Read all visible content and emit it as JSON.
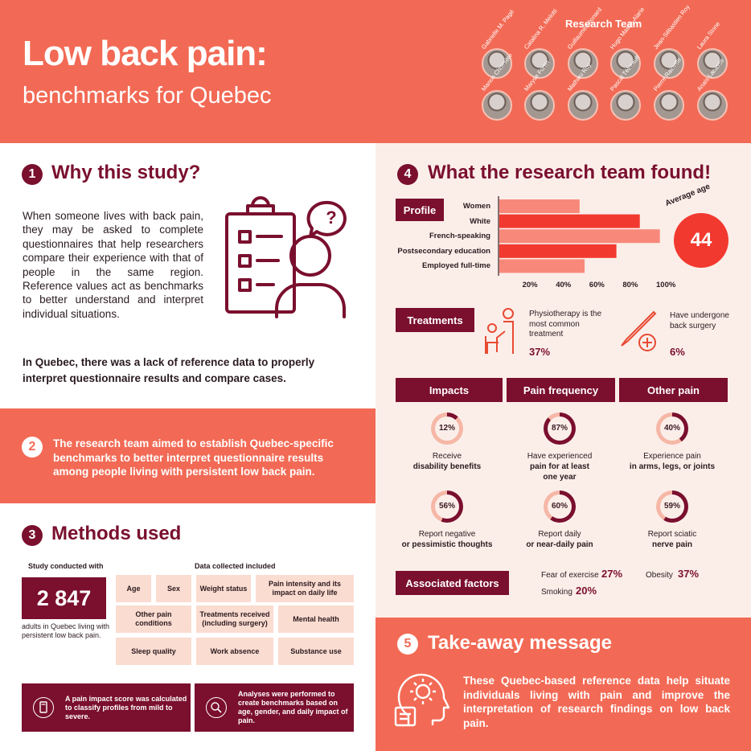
{
  "header": {
    "title": "Low back pain:",
    "subtitle": "benchmarks for Quebec",
    "team_title": "Research Team",
    "team_top": [
      "Gabrielle M. Pagé",
      "Catalina R. Melotti",
      "Guillaume Léonard",
      "Hugo Massé-Alarie",
      "Jean-Sébastien Roy",
      "Laura Stone"
    ],
    "team_bottom": [
      "Manon Choinière",
      "Maryse Fortin",
      "Mathieu Roy",
      "Pascal Tétreault",
      "Pierre Rainville",
      "Anaïs Lacasse"
    ]
  },
  "s1": {
    "num": "1",
    "title": "Why this study?",
    "text": "When someone lives with back pain, they may be asked to complete questionnaires that help researchers compare their experience with that of people in the same region. Reference values act as benchmarks to better understand and interpret individual situations.",
    "bold": "In Quebec, there was a lack of reference data to properly interpret questionnaire results and compare cases."
  },
  "s2": {
    "num": "2",
    "text": "The research team aimed to establish Quebec-specific benchmarks to better interpret questionnaire results among people living with persistent low back pain."
  },
  "s3": {
    "num": "3",
    "title": "Methods used",
    "conducted_label": "Study conducted with",
    "count": "2 847",
    "count_caption": "adults in Quebec living with persistent low back pain.",
    "collected_label": "Data collected included",
    "cells": [
      "Age",
      "Sex",
      "Weight status",
      "Pain intensity and its impact on daily life",
      "Other pain conditions",
      "Treatments received (including surgery)",
      "Mental health",
      "Sleep quality",
      "Work absence",
      "Substance use"
    ],
    "note1": "A pain impact score was calculated to classify profiles from mild to severe.",
    "note2": "Analyses were performed to create benchmarks based on age, gender, and daily impact of pain."
  },
  "s4": {
    "num": "4",
    "title": "What the research team found!",
    "profile_tag": "Profile",
    "age_label": "Average age",
    "age_value": "44",
    "treatments_tag": "Treatments",
    "physio_text": "Physiotherapy is the most common treatment",
    "physio_pct": "37%",
    "surgery_text": "Have undergone back surgery",
    "surgery_pct": "6%",
    "impacts_tag": "Impacts",
    "freq_tag": "Pain frequency",
    "other_tag": "Other pain",
    "assoc_tag": "Associated factors",
    "fear_label": "Fear of exercise",
    "fear_pct": "27%",
    "obesity_label": "Obesity",
    "obesity_pct": "37%",
    "smoking_label": "Smoking",
    "smoking_pct": "20%",
    "donuts": [
      {
        "pct": "12%",
        "value": 12,
        "line1": "Receive",
        "line2": "disability benefits",
        "line3": ""
      },
      {
        "pct": "87%",
        "value": 87,
        "line1": "Have experienced",
        "line2": "pain for at least",
        "line3": "one year"
      },
      {
        "pct": "40%",
        "value": 40,
        "line1": "Experience pain",
        "line2": "in arms, legs, or joints",
        "line3": ""
      },
      {
        "pct": "56%",
        "value": 56,
        "line1": "Report negative",
        "line2": "or pessimistic thoughts",
        "line3": ""
      },
      {
        "pct": "60%",
        "value": 60,
        "line1": "Report daily",
        "line2": "or near-daily pain",
        "line3": ""
      },
      {
        "pct": "59%",
        "value": 59,
        "line1": "Report sciatic",
        "line2": "nerve pain",
        "line3": ""
      }
    ]
  },
  "s5": {
    "num": "5",
    "title": "Take-away message",
    "text": "These Quebec-based reference data help situate individuals living with pain and improve the interpretation of research findings on low back pain."
  },
  "chart_data": {
    "type": "bar",
    "orientation": "horizontal",
    "categories": [
      "Women",
      "White",
      "French-speaking",
      "Postsecondary education",
      "Employed full-time"
    ],
    "values": [
      48,
      84,
      96,
      70,
      51
    ],
    "xticks": [
      "20%",
      "40%",
      "60%",
      "80%",
      "100%"
    ],
    "xlim": [
      0,
      100
    ],
    "colors": [
      "#f8897a",
      "#f2392f",
      "#f8897a",
      "#f2392f",
      "#f8897a"
    ]
  }
}
